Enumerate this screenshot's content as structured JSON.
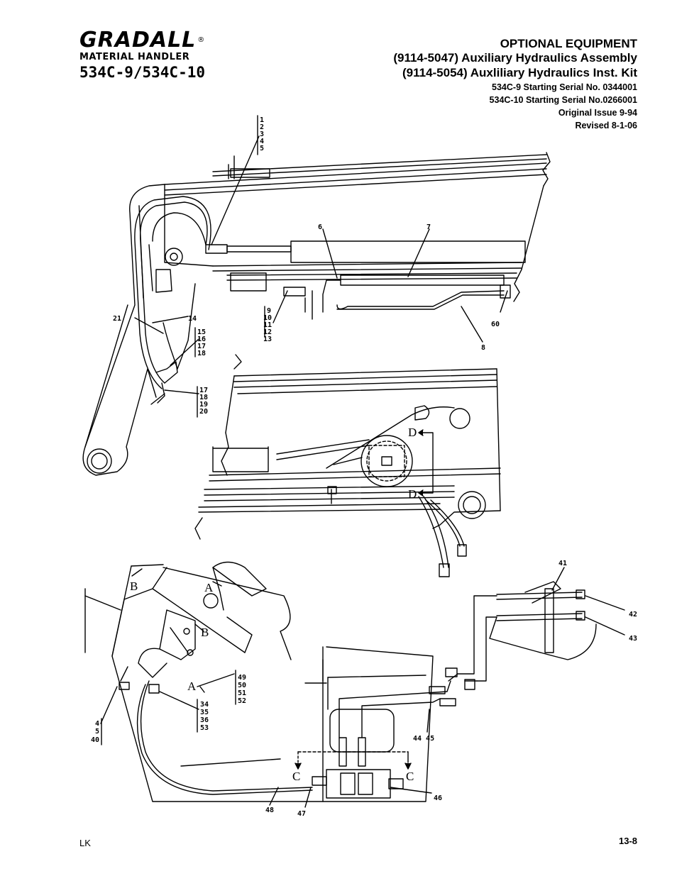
{
  "logo": {
    "brand": "GRADALL",
    "registered": "®",
    "subtitle": "MATERIAL HANDLER",
    "model": "534C-9/534C-10"
  },
  "title": {
    "line1": "OPTIONAL EQUIPMENT",
    "line2": "(9114-5047) Auxiliary Hydraulics Assembly",
    "line3": "(9114-5054) Auxliliary Hydraulics Inst.  Kit",
    "serial1": "534C-9 Starting Serial No. 0344001",
    "serial2": "534C-10 Starting Serial No.0266001",
    "issue": "Original Issue 9-94",
    "revised": "Revised 8-1-06"
  },
  "callouts": {
    "c1_5": [
      "1",
      "2",
      "3",
      "4",
      "5"
    ],
    "c6": "6",
    "c7": "7",
    "c9_13": [
      "9",
      "10",
      "11",
      "12",
      "13"
    ],
    "c14": "14",
    "c15_18": [
      "15",
      "16",
      "17",
      "18"
    ],
    "c17_20": [
      "17",
      "18",
      "19",
      "20"
    ],
    "c21": "21",
    "c60": "60",
    "c8": "8",
    "c41": "41",
    "c42": "42",
    "c43": "43",
    "c49_52": [
      "49",
      "50",
      "51",
      "52"
    ],
    "c34_53": [
      "34",
      "35",
      "36",
      "53"
    ],
    "c4_40": [
      "4",
      "5",
      "40"
    ],
    "c44_45": "44 45",
    "c46": "46",
    "c47": "47",
    "c48": "48"
  },
  "section_letters": {
    "a": "A",
    "b": "B",
    "c": "C",
    "d": "D"
  },
  "footer": {
    "left": "LK",
    "page": "13-8"
  }
}
